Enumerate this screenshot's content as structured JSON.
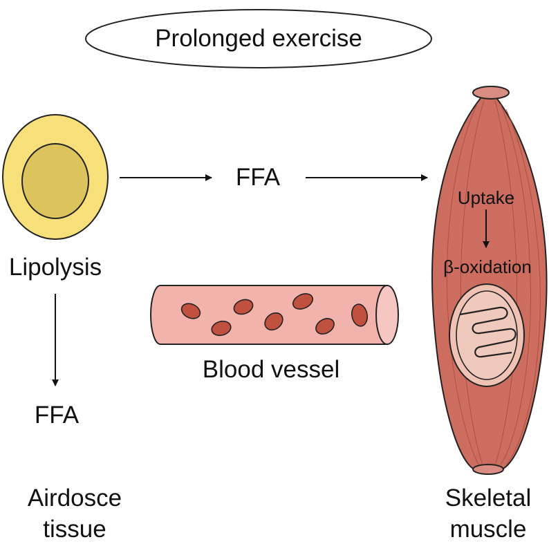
{
  "title": "Prolonged exercise",
  "adipocyte": {
    "process_label": "Lipolysis",
    "output_label": "FFA"
  },
  "transport_label": "FFA",
  "blood_vessel": {
    "label": "Blood vessel"
  },
  "muscle": {
    "uptake_label": "Uptake",
    "oxidation_label": "β-oxidation",
    "name_line1": "Skeletal",
    "name_line2": "muscle"
  },
  "tissue": {
    "name_line1": "Airdosce",
    "name_line2": "tissue"
  },
  "colors": {
    "adipocyte_fill": "#f7e07a",
    "nucleus_fill": "#dcc35c",
    "muscle_fill": "#cc6d5f",
    "vessel_fill": "#f3b3ad",
    "rbc_fill": "#c0513f",
    "mitochondrion_fill": "#f0c2b3"
  }
}
